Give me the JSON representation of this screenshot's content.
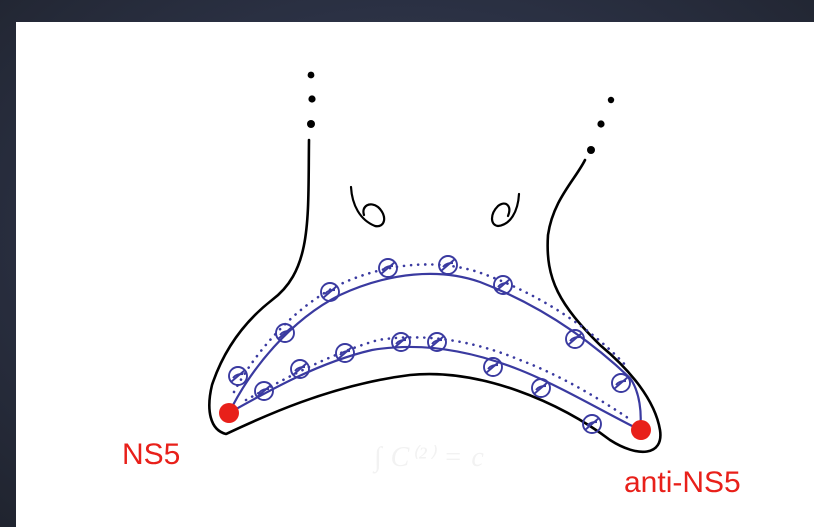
{
  "labels": {
    "left_brane": "NS5",
    "right_brane": "anti-NS5",
    "faint_formula": "∫ C⁽²⁾ = c"
  },
  "colors": {
    "background": "#2b3042",
    "surface_outline": "#000000",
    "wrapped_strings": "#3a3aa0",
    "brane_dots": "#e8201a",
    "label_text": "#e8201a"
  },
  "icons": {
    "handle": "handle-loop-icon",
    "string_loop": "circled-slash-icon",
    "continuation": "ellipsis-dots-icon"
  }
}
